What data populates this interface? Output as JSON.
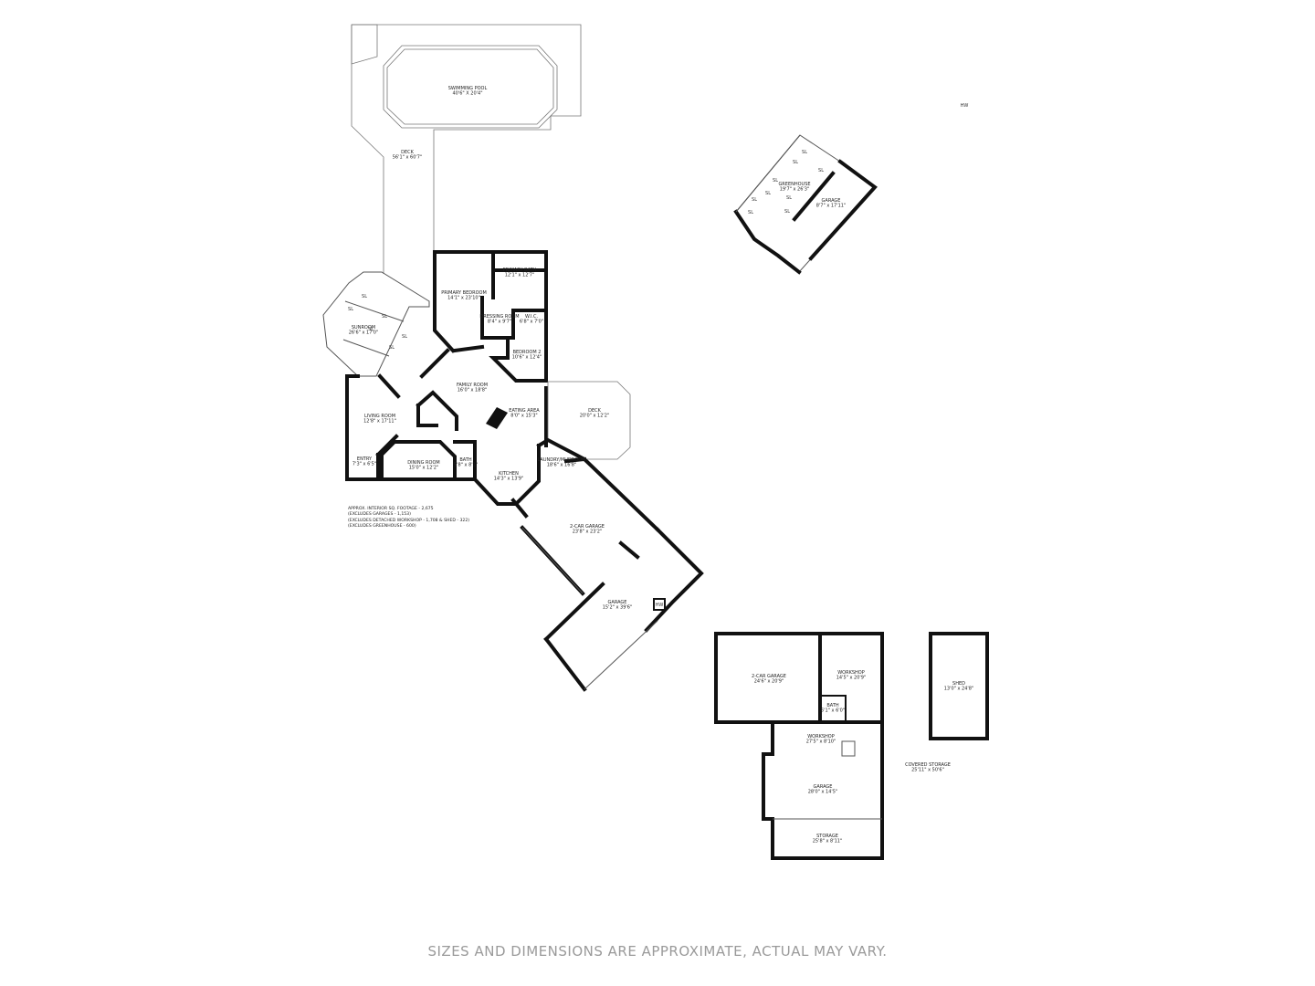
{
  "rooms": [
    {
      "id": "pool",
      "name": "SWIMMING POOL",
      "dims": "40'6\" X 20'4\""
    },
    {
      "id": "deck-top",
      "name": "DECK",
      "dims": "56'1\" x 60'7\""
    },
    {
      "id": "primary-bedroom",
      "name": "PRIMARY BEDROOM",
      "dims": "14'1\" x 23'10\""
    },
    {
      "id": "primary-bath",
      "name": "PRIMARY BATH",
      "dims": "12'1\" x 12'7\""
    },
    {
      "id": "dressing-room",
      "name": "DRESSING ROOM",
      "dims": "8'4\" x 9'7\""
    },
    {
      "id": "wic",
      "name": "W.I.C.",
      "dims": "6'8\" x 7'0\""
    },
    {
      "id": "sunroom",
      "name": "SUNROOM",
      "dims": "26'6\" x 17'0\""
    },
    {
      "id": "bedroom-2",
      "name": "BEDROOM 2",
      "dims": "10'6\" x 12'4\""
    },
    {
      "id": "family-room",
      "name": "FAMILY ROOM",
      "dims": "16'0\" x 18'8\""
    },
    {
      "id": "living-room",
      "name": "LIVING ROOM",
      "dims": "12'8\" x 17'11\""
    },
    {
      "id": "eating-area",
      "name": "EATING AREA",
      "dims": "8'0\" x 15'3\""
    },
    {
      "id": "deck-side",
      "name": "DECK",
      "dims": "20'0\" x 12'2\""
    },
    {
      "id": "entry",
      "name": "ENTRY",
      "dims": "7'3\" x 6'5\""
    },
    {
      "id": "dining-room",
      "name": "DINING ROOM",
      "dims": "15'0\" x 12'2\""
    },
    {
      "id": "bath",
      "name": "BATH",
      "dims": "5'8\" x 8'1\""
    },
    {
      "id": "kitchen",
      "name": "KITCHEN",
      "dims": "14'3\" x 13'9\""
    },
    {
      "id": "laundry",
      "name": "LAUNDRY/MUDROOM",
      "dims": "18'6\" x 16'8\""
    },
    {
      "id": "two-car-garage",
      "name": "2-CAR GARAGE",
      "dims": "23'8\" x 23'2\""
    },
    {
      "id": "garage-main",
      "name": "GARAGE",
      "dims": "15'2\" x 39'6\""
    },
    {
      "id": "greenhouse",
      "name": "GREENHOUSE",
      "dims": "19'7\" x 26'3\""
    },
    {
      "id": "greenhouse-garage",
      "name": "GARAGE",
      "dims": "8'7\" x 17'11\""
    },
    {
      "id": "ws-two-car-garage",
      "name": "2-CAR GARAGE",
      "dims": "24'6\" x 20'9\""
    },
    {
      "id": "workshop-1",
      "name": "WORKSHOP",
      "dims": "14'5\" x 20'9\""
    },
    {
      "id": "ws-bath",
      "name": "BATH",
      "dims": "6'1\" x 6'0\""
    },
    {
      "id": "workshop-2",
      "name": "WORKSHOP",
      "dims": "27'5\" x 8'10\""
    },
    {
      "id": "ws-garage",
      "name": "GARAGE",
      "dims": "28'0\" x 14'5\""
    },
    {
      "id": "storage",
      "name": "STORAGE",
      "dims": "25'8\" x 8'11\""
    },
    {
      "id": "shed",
      "name": "SHED",
      "dims": "13'0\" x 24'8\""
    },
    {
      "id": "covered-storage",
      "name": "COVERED STORAGE",
      "dims": "25'11\" x 50'6\""
    }
  ],
  "fixtures": {
    "skylight": "SL",
    "water_heater": "HW"
  },
  "notes": [
    "APPROX. INTERIOR SQ. FOOTAGE - 2,675",
    "(EXCLUDES GARAGES - 1,153)",
    "(EXCLUDES DETACHED WORKSHOP - 1,708 & SHED - 322)",
    "(EXCLUDES GREENHOUSE - 600)"
  ],
  "disclaimer": "SIZES AND DIMENSIONS ARE APPROXIMATE, ACTUAL MAY VARY.",
  "colors": {
    "walls": "#111111",
    "outline": "#777777",
    "disclaimer": "#9a9a9a"
  }
}
